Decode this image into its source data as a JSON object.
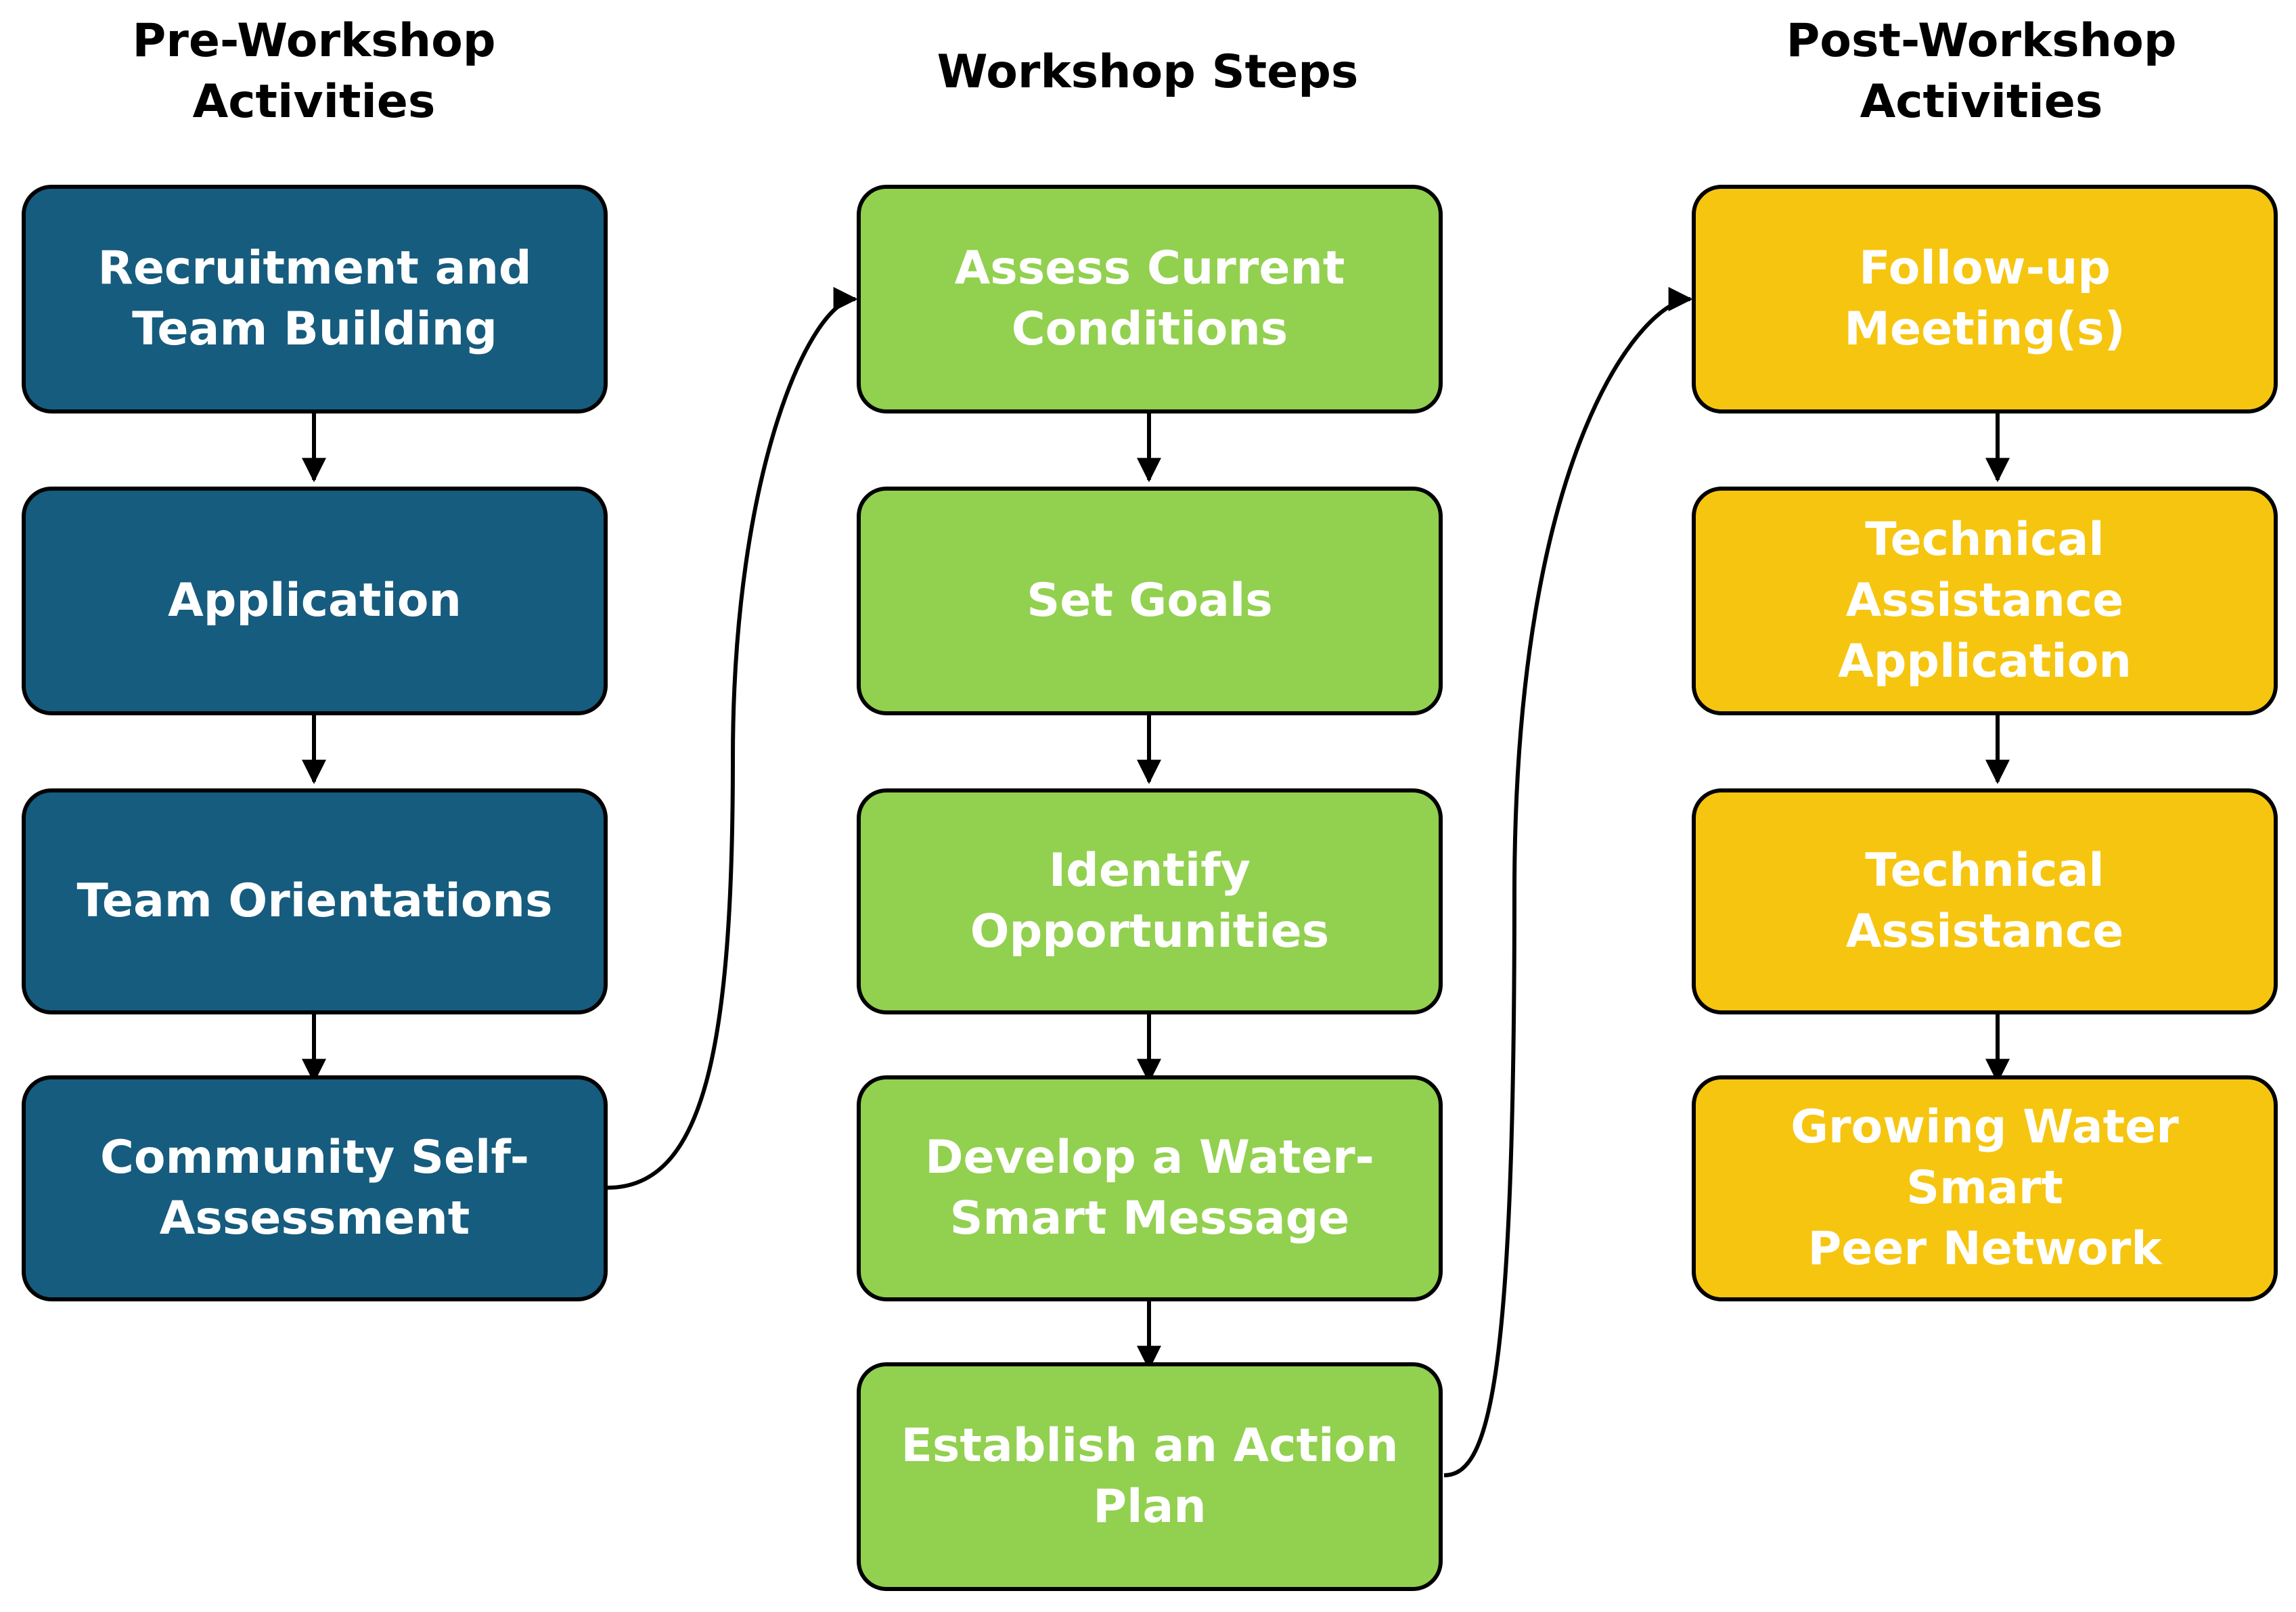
{
  "colors": {
    "pre_fill": "#165c7e",
    "workshop_fill": "#92d050",
    "post_fill": "#f6c510",
    "outline": "#000000",
    "label_text": "#ffffff"
  },
  "columns": {
    "pre": {
      "title": "Pre-Workshop\nActivities",
      "steps": [
        "Recruitment and\nTeam Building",
        "Application",
        "Team Orientations",
        "Community Self-\nAssessment"
      ]
    },
    "workshop": {
      "title": "Workshop Steps",
      "steps": [
        "Assess Current\nConditions",
        "Set Goals",
        "Identify Opportunities",
        "Develop a Water-\nSmart Message",
        "Establish an Action\nPlan"
      ]
    },
    "post": {
      "title": "Post-Workshop\nActivities",
      "steps": [
        "Follow-up Meeting(s)",
        "Technical Assistance\nApplication",
        "Technical Assistance",
        "Growing Water Smart\nPeer Network"
      ]
    }
  }
}
